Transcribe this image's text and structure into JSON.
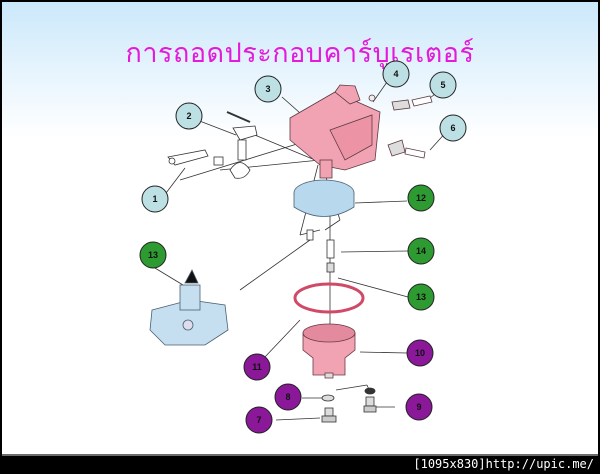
{
  "slide": {
    "title": "การถอดประกอบคาร์บูเรเตอร์",
    "background_colors": [
      "#cbe8fb",
      "#ffffff"
    ],
    "title_color": "#e41ad9"
  },
  "diagram": {
    "subject": "carburetor exploded view",
    "callout_colors": {
      "light_blue": "#bde0e4",
      "green": "#2e9a32",
      "purple": "#8a1899"
    },
    "callouts": [
      {
        "label": "1",
        "color": "light_blue"
      },
      {
        "label": "2",
        "color": "light_blue"
      },
      {
        "label": "3",
        "color": "light_blue"
      },
      {
        "label": "4",
        "color": "light_blue"
      },
      {
        "label": "5",
        "color": "light_blue"
      },
      {
        "label": "6",
        "color": "light_blue"
      },
      {
        "label": "12",
        "color": "green"
      },
      {
        "label": "13",
        "color": "green"
      },
      {
        "label": "14",
        "color": "green"
      },
      {
        "label": "13",
        "color": "green"
      },
      {
        "label": "11",
        "color": "purple"
      },
      {
        "label": "10",
        "color": "purple"
      },
      {
        "label": "8",
        "color": "purple"
      },
      {
        "label": "9",
        "color": "purple"
      },
      {
        "label": "7",
        "color": "purple"
      }
    ]
  },
  "watermark": {
    "text": "[1095x830]http://upic.me/"
  }
}
